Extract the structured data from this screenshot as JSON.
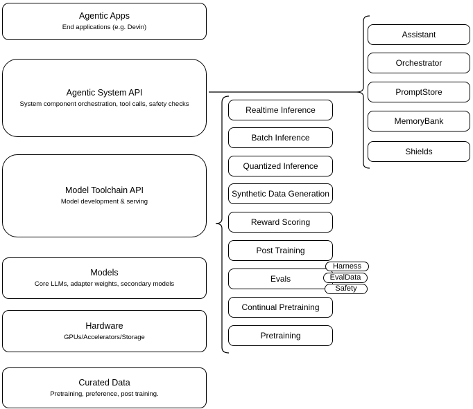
{
  "stack": [
    {
      "title": "Agentic Apps",
      "subtitle": "End applications (e.g. Devin)"
    },
    {
      "title": "Agentic System API",
      "subtitle": "System component orchestration, tool calls, safety checks"
    },
    {
      "title": "Model Toolchain API",
      "subtitle": "Model development & serving"
    },
    {
      "title": "Models",
      "subtitle": "Core LLMs, adapter weights, secondary models"
    },
    {
      "title": "Hardware",
      "subtitle": "GPUs/Accelerators/Storage"
    },
    {
      "title": "Curated Data",
      "subtitle": "Pretraining, preference, post training."
    }
  ],
  "toolchain_services": [
    "Realtime Inference",
    "Batch Inference",
    "Quantized Inference",
    "Synthetic Data Generation",
    "Reward Scoring",
    "Post Training",
    "Evals",
    "Continual Pretraining",
    "Pretraining"
  ],
  "eval_tags": [
    "Harness",
    "EvalData",
    "Safety"
  ],
  "system_components": [
    "Assistant",
    "Orchestrator",
    "PromptStore",
    "MemoryBank",
    "Shields"
  ],
  "colors": {
    "stroke": "#000000",
    "fill": "#ffffff",
    "text": "#000000"
  }
}
